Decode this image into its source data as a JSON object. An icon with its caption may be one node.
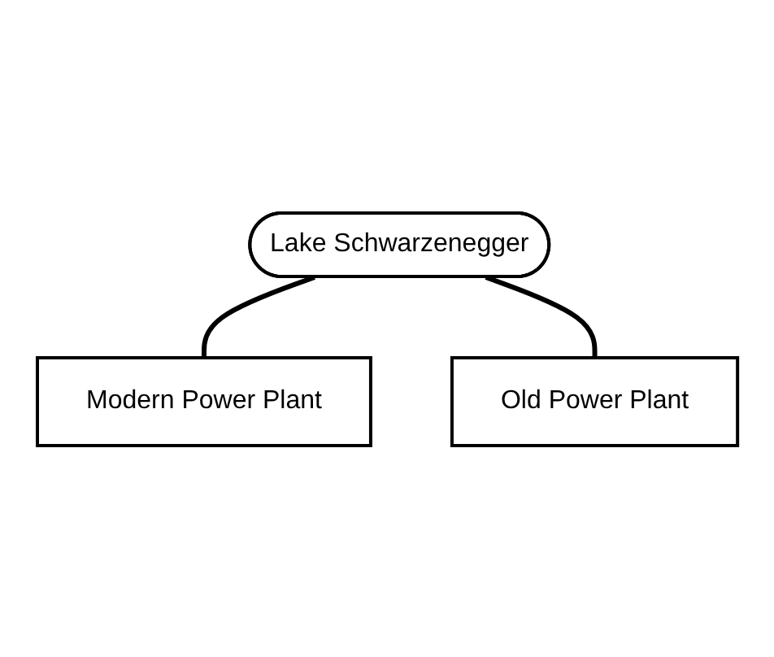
{
  "diagram": {
    "nodes": [
      {
        "text": [
          "Lake Schwarzenegger"
        ]
      },
      {
        "text": [
          "Modern Power Plant"
        ]
      },
      {
        "text": [
          "Old Power Plant"
        ]
      }
    ],
    "edges": [
      {
        "from": 0,
        "to": 1,
        "arrow": "none"
      },
      {
        "from": 0,
        "to": 2,
        "arrow": "none"
      }
    ]
  }
}
